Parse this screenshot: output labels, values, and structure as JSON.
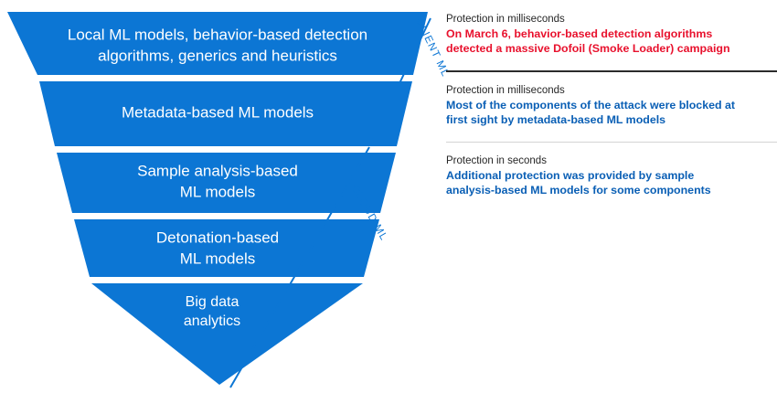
{
  "funnel": {
    "segments": [
      {
        "id": "local-ml",
        "lines": [
          "Local ML models, behavior-based detection",
          "algorithms, generics and heuristics"
        ]
      },
      {
        "id": "metadata-ml",
        "lines": [
          "Metadata-based ML models"
        ]
      },
      {
        "id": "sample-ml",
        "lines": [
          "Sample analysis-based",
          "ML models"
        ]
      },
      {
        "id": "detonation-ml",
        "lines": [
          "Detonation-based",
          "ML models"
        ]
      },
      {
        "id": "bigdata",
        "lines": [
          "Big data",
          "analytics"
        ]
      }
    ],
    "side_labels": {
      "client": "CLIENT ML",
      "cloud": "CLOUD ML"
    },
    "colors": {
      "fill": "#0C76D4",
      "text": "#ffffff",
      "side_label": "#0C76D4"
    }
  },
  "panel": {
    "notes": [
      {
        "id": "note-milliseconds-behavior",
        "kicker": "Protection in milliseconds",
        "body_lines": [
          "On March 6, behavior-based detection algorithms",
          "detected a massive Dofoil (Smoke Loader) campaign"
        ],
        "accent": "#E8112D"
      },
      {
        "id": "note-milliseconds-metadata",
        "kicker": "Protection in milliseconds",
        "body_lines": [
          "Most of the components of the attack were blocked at",
          "first sight by metadata-based ML models"
        ],
        "accent": "#0A5FB5"
      },
      {
        "id": "note-seconds-sample",
        "kicker": "Protection in seconds",
        "body_lines": [
          "Additional protection was provided by sample",
          "analysis-based ML models for some components"
        ],
        "accent": "#0A5FB5"
      }
    ],
    "dividers": {
      "first": "thick",
      "second": "thin"
    }
  }
}
